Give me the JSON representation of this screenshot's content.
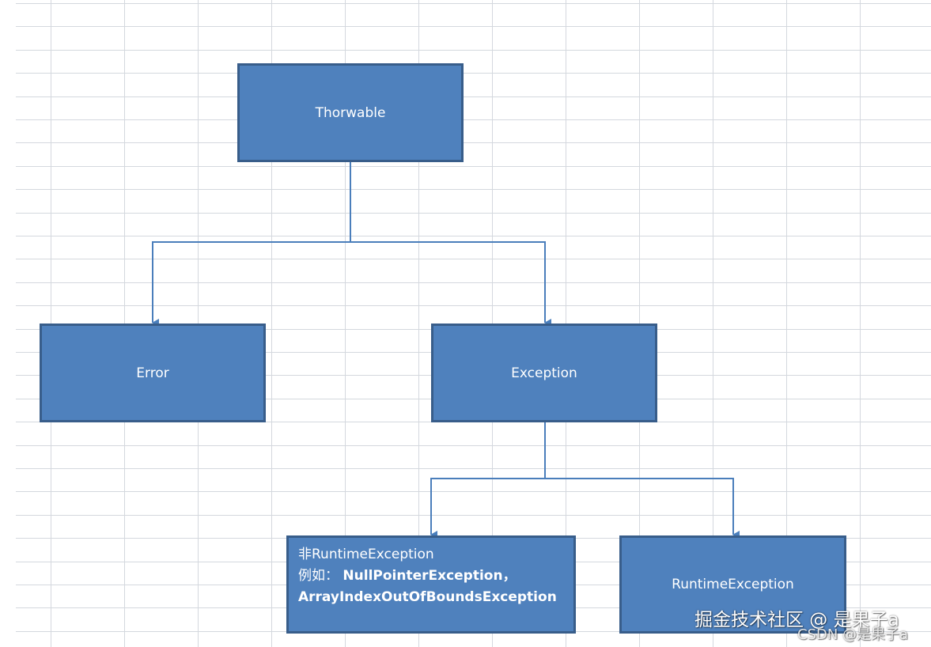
{
  "diagram": {
    "nodes": {
      "thorwable": {
        "label": "Thorwable"
      },
      "error": {
        "label": "Error"
      },
      "exception": {
        "label": "Exception"
      },
      "non_runtime": {
        "line1": "非RuntimeException",
        "line2_prefix": "例如：",
        "line2_bold": "NullPointerException，",
        "line3_bold": "ArrayIndexOutOfBoundsException"
      },
      "runtime": {
        "label": "RuntimeException"
      }
    },
    "edges": [
      {
        "from": "Thorwable",
        "to": "Error"
      },
      {
        "from": "Thorwable",
        "to": "Exception"
      },
      {
        "from": "Exception",
        "to": "非RuntimeException"
      },
      {
        "from": "Exception",
        "to": "RuntimeException"
      }
    ],
    "colors": {
      "node_fill": "#4f81bd",
      "node_border": "#385d8a",
      "connector": "#4a7ebb",
      "gridline": "#d4d8de"
    }
  },
  "watermark": {
    "main": "掘金技术社区 @ 是果子a",
    "sub": "CSDN @是果子a"
  }
}
